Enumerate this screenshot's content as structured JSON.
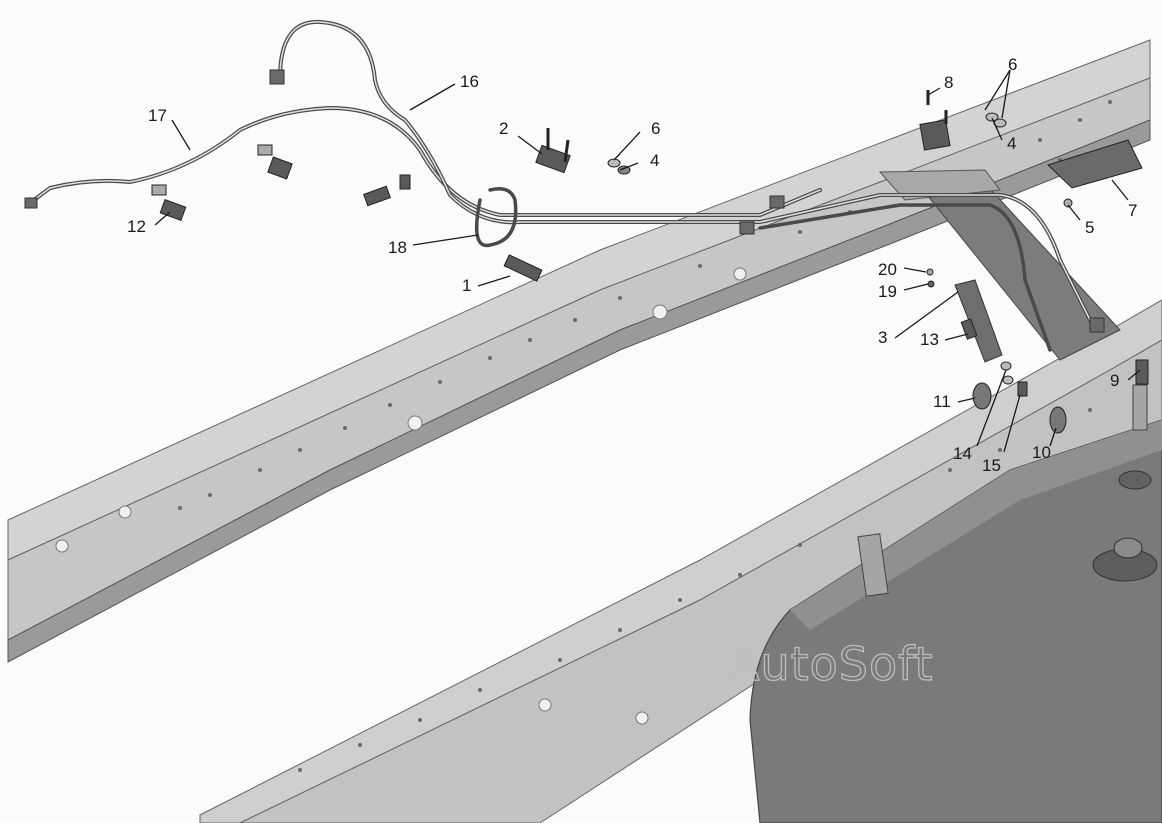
{
  "diagram": {
    "callouts": [
      "1",
      "2",
      "3",
      "4",
      "4",
      "5",
      "6",
      "6",
      "7",
      "8",
      "9",
      "10",
      "11",
      "12",
      "13",
      "14",
      "15",
      "16",
      "17",
      "18",
      "19",
      "20"
    ],
    "watermark": "AutoSoft"
  },
  "colors": {
    "frame_top": "#d2d2d2",
    "frame_web": "#c4c4c4",
    "frame_shadow": "#8d8d8d",
    "tank": "#7b7b7b",
    "tank_dark": "#5e5e5e",
    "pipe": "#4a4a4a",
    "ink": "#1a1a1a"
  }
}
